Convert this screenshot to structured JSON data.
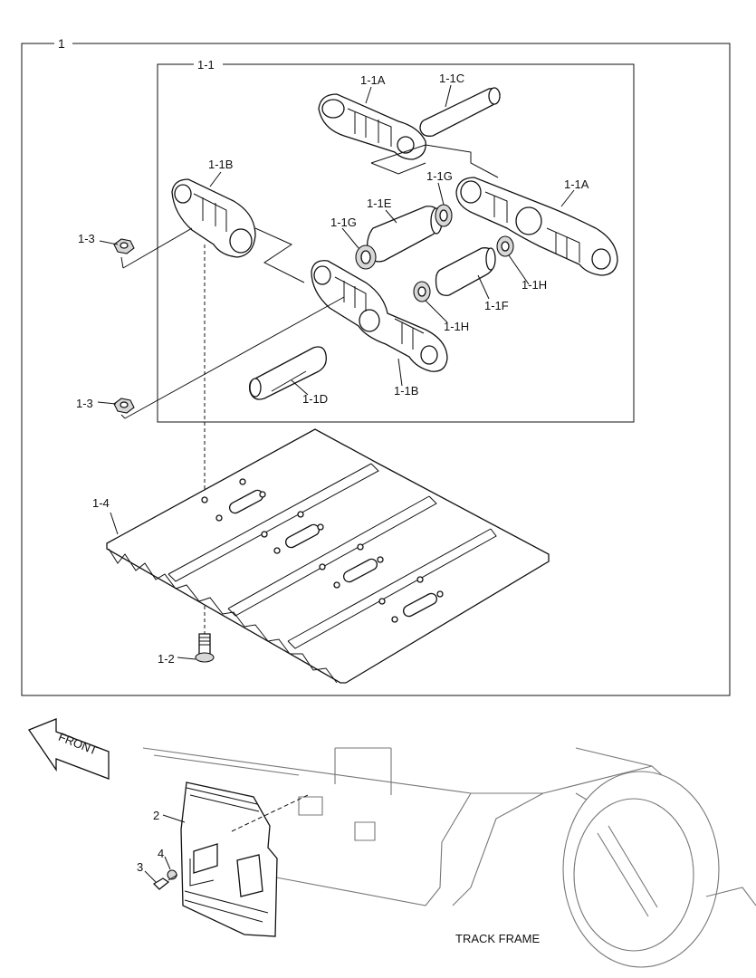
{
  "diagram": {
    "assembly_label": "1",
    "sub_assembly_label": "1-1",
    "callouts": {
      "link_a_top": "1-1A",
      "pin_c": "1-1C",
      "link_b_left": "1-1B",
      "seal_g_upper": "1-1G",
      "link_a_right": "1-1A",
      "bushing_e": "1-1E",
      "seal_g_left": "1-1G",
      "nut_upper": "1-3",
      "seal_h_right": "1-1H",
      "bushing_f": "1-1F",
      "seal_h_lower": "1-1H",
      "pin_d": "1-1D",
      "link_b_lower": "1-1B",
      "nut_lower": "1-3",
      "shoe": "1-4",
      "bolt": "1-2",
      "guard": "2",
      "washer": "4",
      "screw": "3"
    },
    "front_arrow_text": "FRONT",
    "track_frame_text": "TRACK FRAME"
  }
}
